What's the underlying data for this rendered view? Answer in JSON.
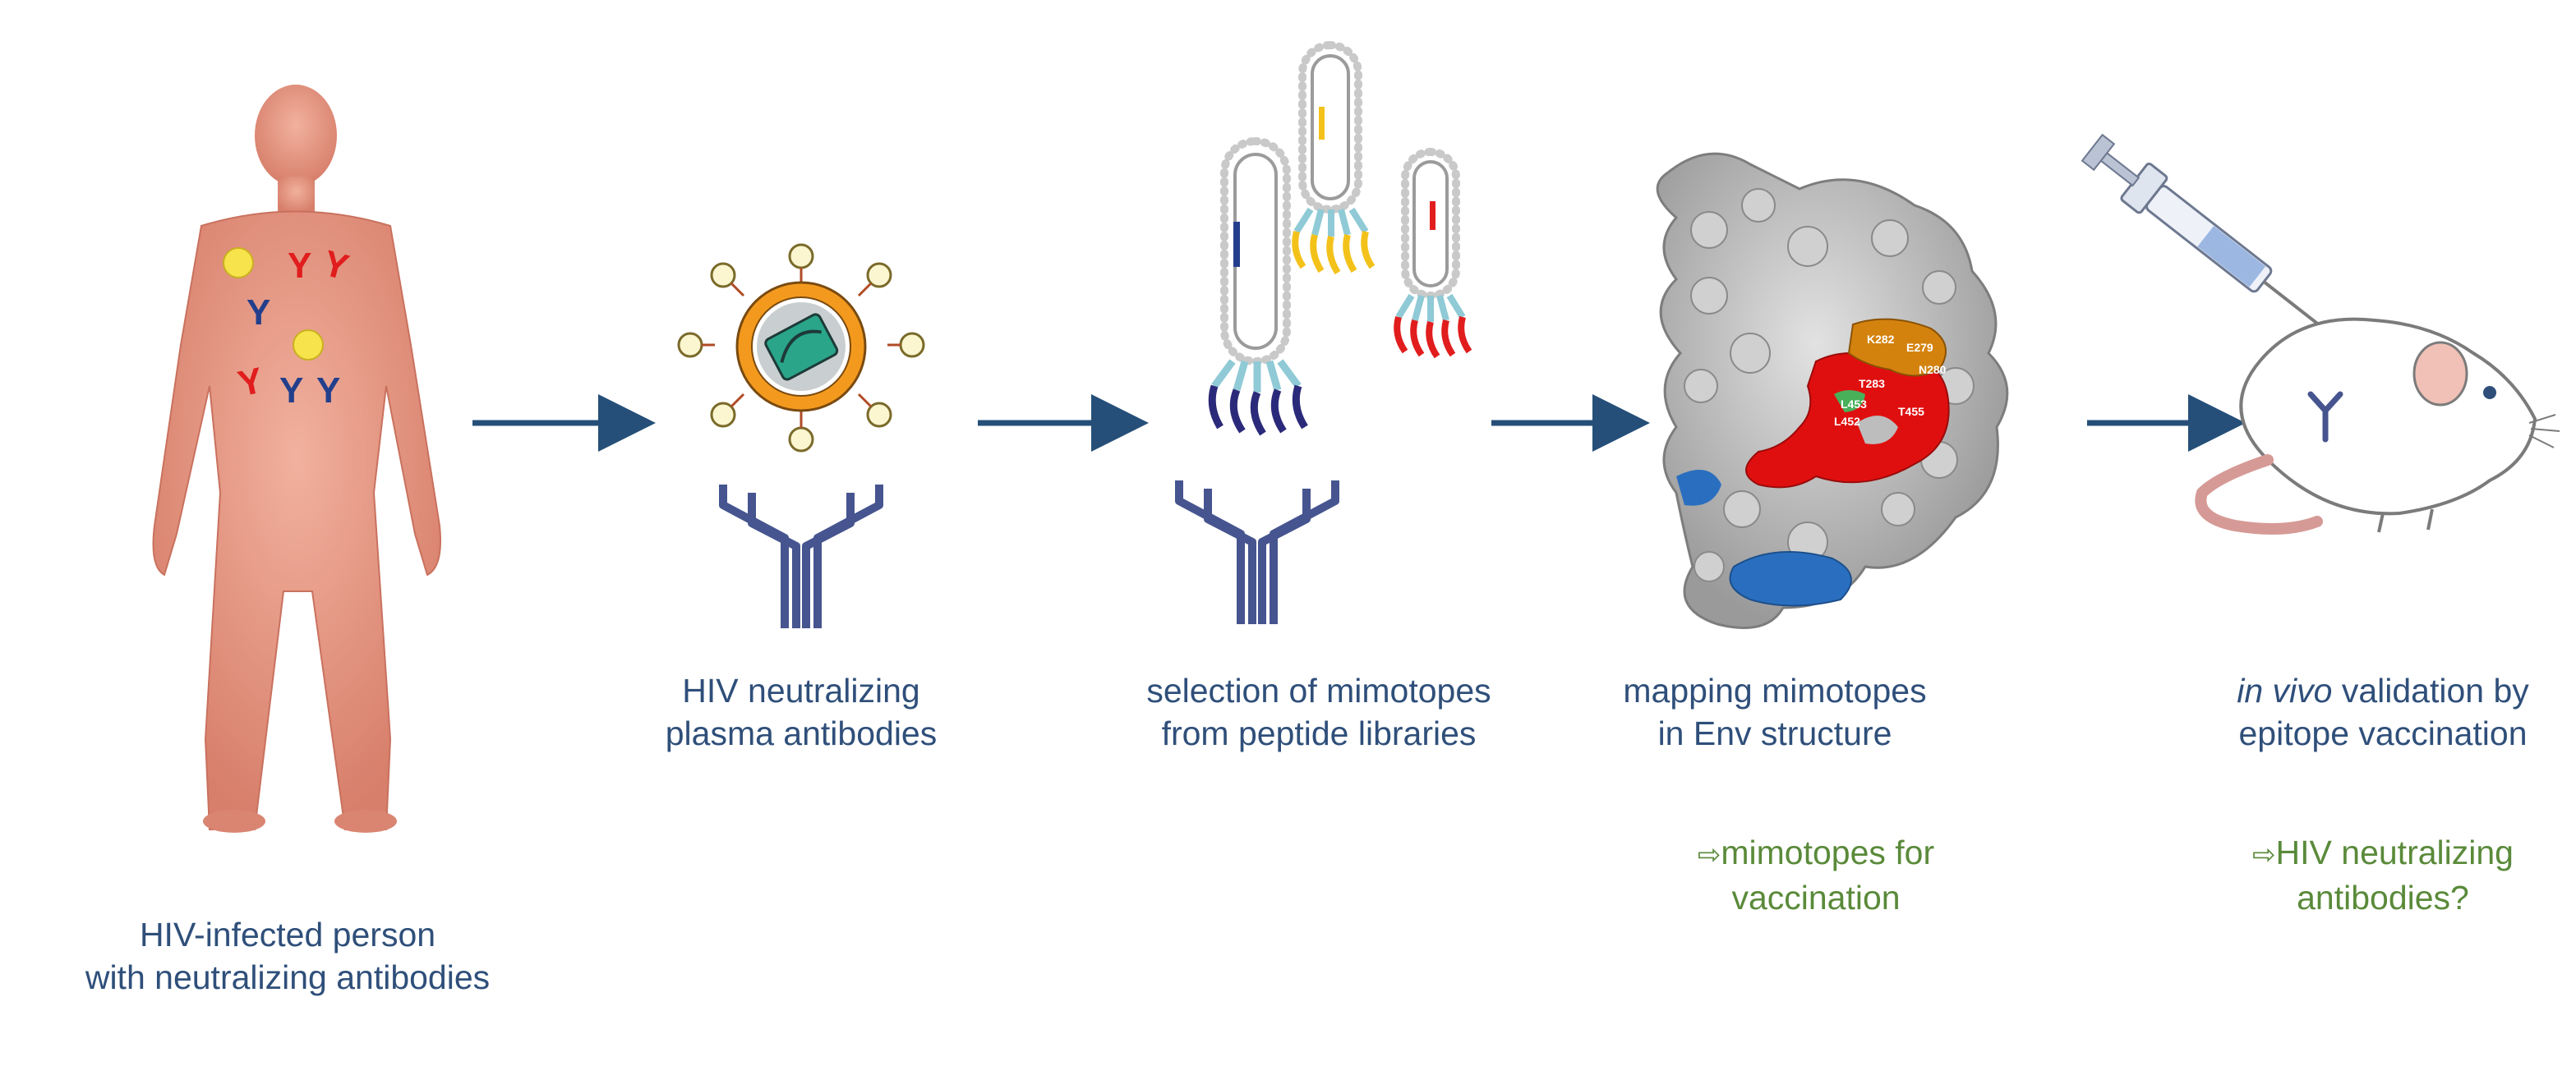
{
  "colors": {
    "caption_text": "#2f4f7a",
    "result_text": "#5a8a3a",
    "arrow": "#254f78",
    "antibody": "#46558f",
    "antibody_red": "#e11d1d",
    "antibody_blue": "#233f8c",
    "skin": "#e39a85",
    "protein_grey": "#b9b9b9",
    "protein_red": "#e00f0f",
    "protein_blue": "#2a6fbf",
    "protein_orange": "#d4820e"
  },
  "steps": [
    {
      "id": "infected-person",
      "lines": [
        "HIV-infected person",
        "with neutralizing antibodies"
      ]
    },
    {
      "id": "plasma-antibodies",
      "lines": [
        "HIV neutralizing",
        "plasma antibodies"
      ]
    },
    {
      "id": "mimotope-selection",
      "lines": [
        "selection of mimotopes",
        "from peptide libraries"
      ]
    },
    {
      "id": "env-mapping",
      "lines": [
        "mapping mimotopes",
        "in Env structure"
      ],
      "result": {
        "glyph": "⇨",
        "lines": [
          "mimotopes for",
          "vaccination"
        ]
      }
    },
    {
      "id": "vaccination",
      "line1_italic": "in vivo",
      "line1_rest": " validation by",
      "line2": "epitope vaccination",
      "result": {
        "glyph": "⇨",
        "lines": [
          "HIV neutralizing",
          "antibodies?"
        ]
      }
    }
  ],
  "residue_labels": [
    "K282",
    "E279",
    "N280",
    "T283",
    "L453",
    "T455",
    "L452"
  ],
  "icons": [
    "human-figure-icon",
    "virus-particle-icon",
    "antibody-icon",
    "phage-icon",
    "protein-surface-icon",
    "syringe-icon",
    "mouse-icon"
  ]
}
